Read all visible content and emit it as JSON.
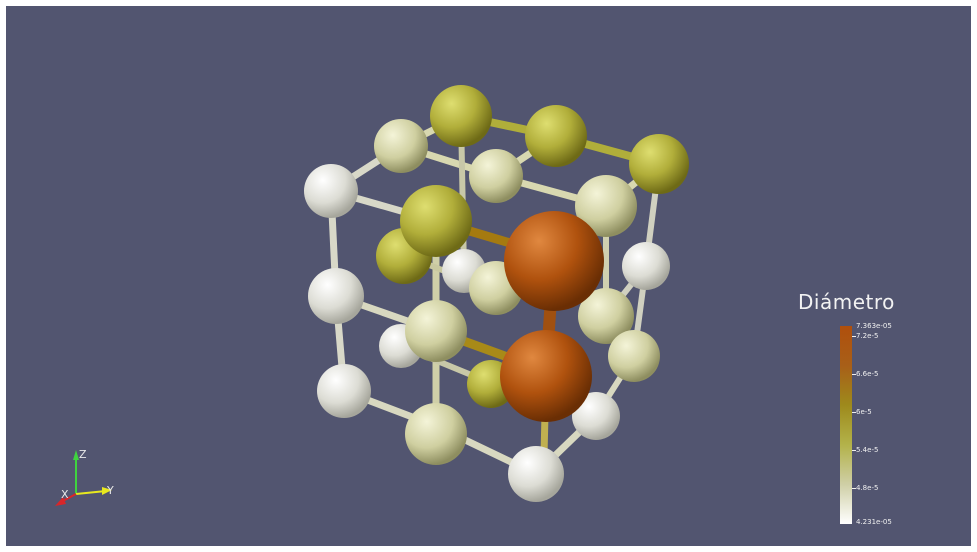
{
  "legend": {
    "title": "Diámetro",
    "max_label": "7.363e-05",
    "min_label": "4.231e-05",
    "ticks": [
      {
        "label": "7.2e-5",
        "value": 7.2e-05
      },
      {
        "label": "6.6e-5",
        "value": 6.6e-05
      },
      {
        "label": "6e-5",
        "value": 6e-05
      },
      {
        "label": "5.4e-5",
        "value": 5.4e-05
      },
      {
        "label": "4.8e-5",
        "value": 4.8e-05
      }
    ],
    "range": [
      4.231e-05,
      7.363e-05
    ],
    "colors": [
      "#ffffff",
      "#cfcfa6",
      "#b3b24a",
      "#9e8a1c",
      "#a85f18",
      "#b04f0c"
    ]
  },
  "axes": {
    "z_label": "Z",
    "y_label": "Y",
    "x_label": "X",
    "z_color": "#3fd33f",
    "y_color": "#e8e81e",
    "x_color": "#d8262a"
  },
  "background_color": "#525570"
}
